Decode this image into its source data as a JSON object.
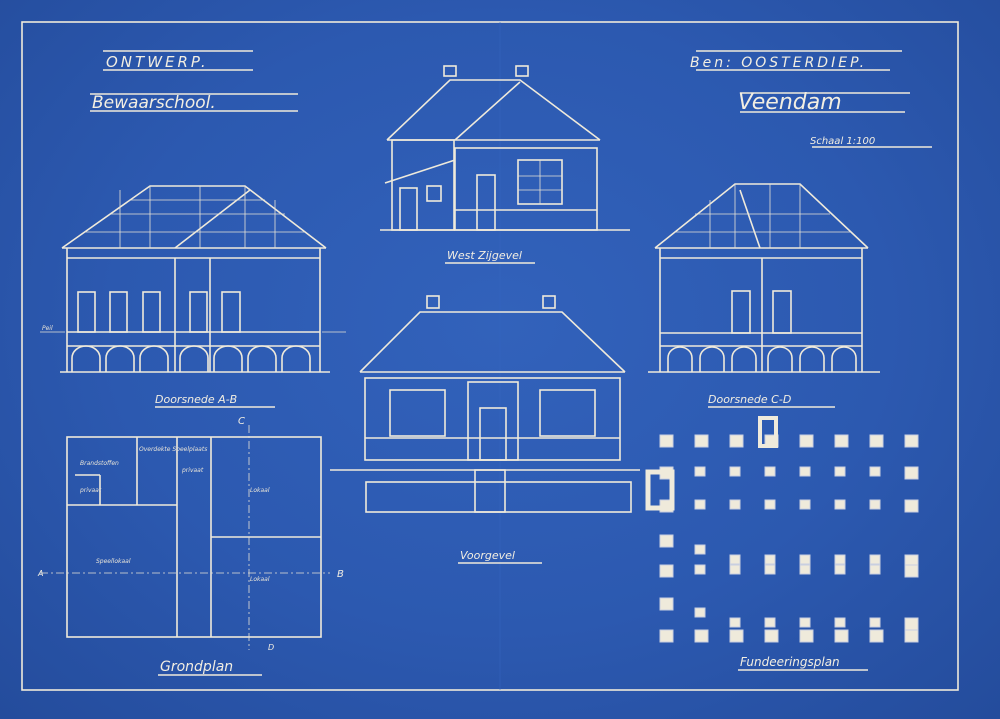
{
  "title": {
    "line1": "ONTWERP.",
    "line2": "Bewaarschool.",
    "client": "Ben: OOSTERDIEP.",
    "place": "Veendam",
    "scale": "Schaal 1:100"
  },
  "drawings": {
    "west_elevation": "West Zijgevel",
    "section_ab": "Doorsnede A-B",
    "section_cd": "Doorsnede C-D",
    "front_elevation": "Voorgevel",
    "ground_plan": "Grondplan",
    "foundation_plan": "Fundeeringsplan"
  },
  "ground_plan_rooms": {
    "fuel": "Brandstoffen",
    "covered_play": "Overdekte Speelplaats",
    "privy": "privaat",
    "privy2": "privaat",
    "play_room": "Speellokaal",
    "classroom1": "Lokaal",
    "classroom2": "Lokaal"
  },
  "markers": {
    "a": "A",
    "b": "B",
    "c": "C",
    "d": "D",
    "level": "Peil"
  },
  "colors": {
    "paper": "#2c59b0",
    "line": "#efeadb"
  }
}
